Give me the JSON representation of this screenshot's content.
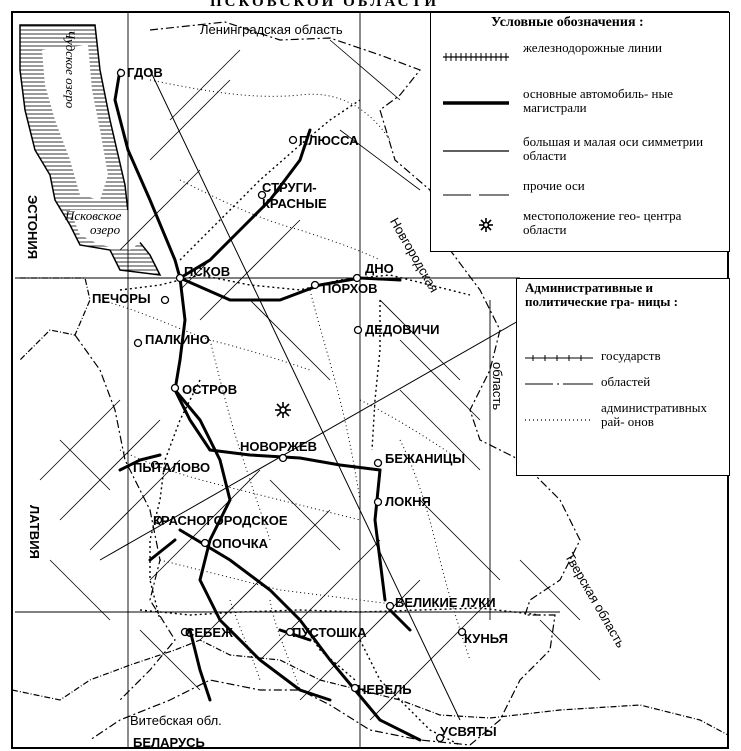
{
  "map": {
    "title_fragment": "ПСКОВСКОЙ ОБЛАСТИ",
    "cities": [
      {
        "id": "gdov",
        "name": "ГДОВ"
      },
      {
        "id": "plyussa",
        "name": "ПЛЮССА"
      },
      {
        "id": "strugi",
        "name": "СТРУГИ- КРАСНЫЕ"
      },
      {
        "id": "pskov",
        "name": "ПСКОВ"
      },
      {
        "id": "dno",
        "name": "ДНО"
      },
      {
        "id": "porkhov",
        "name": "ПОРХОВ"
      },
      {
        "id": "pechory",
        "name": "ПЕЧОРЫ"
      },
      {
        "id": "palkino",
        "name": "ПАЛКИНО"
      },
      {
        "id": "dedovichi",
        "name": "ДЕДОВИЧИ"
      },
      {
        "id": "ostrov",
        "name": "ОСТРОВ"
      },
      {
        "id": "novorzhev",
        "name": "НОВОРЖЕВ"
      },
      {
        "id": "bezhanitsy",
        "name": "БЕЖАНИЦЫ"
      },
      {
        "id": "pytalovo",
        "name": "ПЫТАЛОВО"
      },
      {
        "id": "loknya",
        "name": "ЛОКНЯ"
      },
      {
        "id": "krasnogorodskoe",
        "name": "КРАСНОГОРОДСКОЕ"
      },
      {
        "id": "opochka",
        "name": "ОПОЧКА"
      },
      {
        "id": "velikie_luki",
        "name": "ВЕЛИКИЕ ЛУКИ"
      },
      {
        "id": "sebezh",
        "name": "СЕБЕЖ"
      },
      {
        "id": "pustoshka",
        "name": "ПУСТОШКА"
      },
      {
        "id": "kunya",
        "name": "КУНЬЯ"
      },
      {
        "id": "nevel",
        "name": "НЕВЕЛЬ"
      },
      {
        "id": "usvyaty",
        "name": "УСВЯТЫ"
      }
    ],
    "countries": {
      "estonia": "ЭСТОНИЯ",
      "latvia": "ЛАТВИЯ",
      "belarus": "БЕЛАРУСЬ"
    },
    "regions": {
      "leningrad": "Ленинградская область",
      "novgorod_a": "Новгородская",
      "novgorod_b": "область",
      "tver": "Тверская область",
      "vitebsk": "Витебская обл."
    },
    "lakes": {
      "chudskoe": "Чудское озеро",
      "pskovskoe_a": "Псковское",
      "pskovskoe_b": "озеро"
    }
  },
  "legend": {
    "title": "Условные обозначения :",
    "items": [
      {
        "symbol": "railway",
        "label": "железнодорожные линии"
      },
      {
        "symbol": "highway",
        "label": "основные автомобиль- ные магистрали"
      },
      {
        "symbol": "main-axis",
        "label": "большая и малая оси симметрии области"
      },
      {
        "symbol": "other-axis",
        "label": "прочие оси"
      },
      {
        "symbol": "geocenter",
        "label": "местоположение гео- центра области"
      }
    ]
  },
  "borders_legend": {
    "title": "Административные и политические гра- ницы :",
    "items": [
      {
        "symbol": "state-border",
        "label": "государств"
      },
      {
        "symbol": "region-border",
        "label": "областей"
      },
      {
        "symbol": "district-border",
        "label": "административных рай- онов"
      }
    ]
  }
}
